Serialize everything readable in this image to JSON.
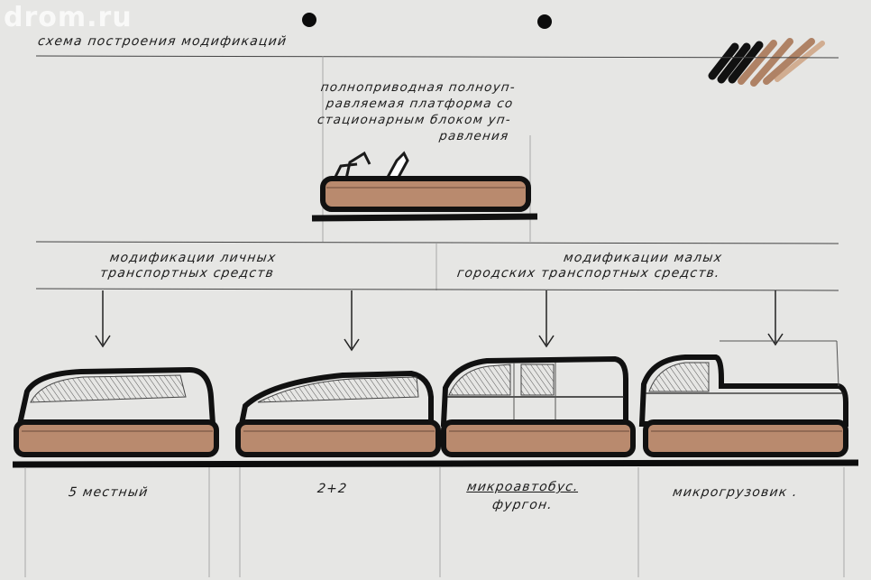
{
  "watermark": "drom.ru",
  "title": "схема построения модификаций",
  "platform": {
    "lines": [
      "полноприводная полноуп-",
      "равляемая платформа со",
      "стационарным блоком уп-",
      "равления"
    ]
  },
  "groups": [
    {
      "lines": [
        "модификации личных",
        "транспортных средств"
      ]
    },
    {
      "lines": [
        "модификации малых",
        "городских транспортных средств."
      ]
    }
  ],
  "vehicles": [
    {
      "label": "5 местный"
    },
    {
      "label": "2+2"
    },
    {
      "label": "микроавтобус.",
      "label2": "фургон."
    },
    {
      "label": "микрогрузовик ."
    }
  ],
  "colors": {
    "paper": "#e6e6e4",
    "ink": "#111111",
    "platform_fill": "#b98a6e",
    "glass_fill": "#d2d0cc"
  }
}
